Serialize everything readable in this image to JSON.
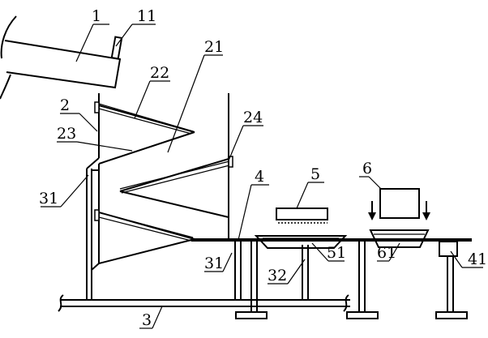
{
  "labels": {
    "hopper": "1",
    "hopper_handle": "11",
    "chute_frame": "2",
    "chute_body": "21",
    "spring_rod": "22",
    "slide_plate": "23",
    "hinge": "24",
    "frame": "3",
    "left_leg": "31",
    "center_leg": "31",
    "mid_leg": "32",
    "conveyor_belt": "4",
    "right_support": "41",
    "heater": "5",
    "tray_left": "51",
    "press": "6",
    "tray_right": "61"
  }
}
